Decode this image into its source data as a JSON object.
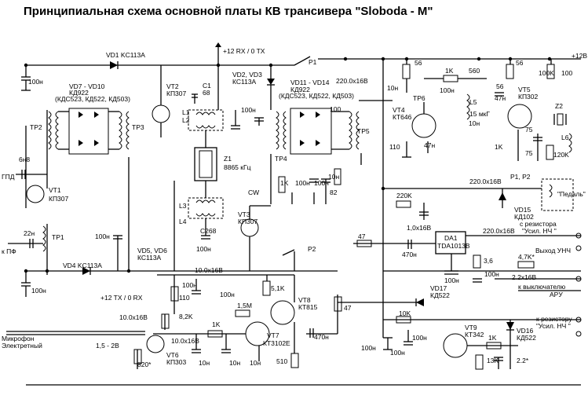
{
  "title": "Принципиальная схема основной платы КВ трансивера \"Sloboda - M\"",
  "labels": {
    "vd1": "VD1 KC113A",
    "p12rx": "+12 RX / 0 TX",
    "p1": "P1",
    "c2200a": "220.0x16B",
    "p12v": "+12B",
    "c100n": "100н",
    "vd7": "VD7 - VD10",
    "kd922a": "КД922",
    "kds523a": "(КДС523, КД522, КД503)",
    "vt2": "VT2",
    "kp307a": "КП307",
    "c1": "C1",
    "c68": "68",
    "vd2": "VD2, VD3",
    "kc113b": "КС113А",
    "vd11": "VD11 - VD14",
    "kd922b": "КД922",
    "kds523b": "(КДС523, КД522, КД503)",
    "r56a": "56",
    "r56b": "56",
    "r1k": "1K",
    "r560": "560",
    "r100k": "100K",
    "r100": "100",
    "tr2": "TP2",
    "tr3": "TP3",
    "tr4": "TP4",
    "tr5": "TP5",
    "tr6": "TP6",
    "l1": "L1",
    "l2": "L2",
    "z1": "Z1",
    "z1f": "8865 кГц",
    "vt4": "VT4",
    "kt646": "КТ646",
    "l5": "L5",
    "l5v": "15 мкГ",
    "vt5": "VT5",
    "kp302": "КП302",
    "z2": "Z2",
    "l6": "L6",
    "c6n8": "6н8",
    "gpd": "ГПД",
    "vt1": "VT1",
    "kp307b": "КП307",
    "c22n": "22н",
    "kpf": "к ПФ",
    "tr1": "TP1",
    "vd4": "VD4 KC113A",
    "vd5": "VD5, VD6",
    "kc113c": "КС113А",
    "p12tx": "+12 TX / 0 RX",
    "l3": "L3",
    "l4": "L4",
    "c268": "C268",
    "vt3": "VT3",
    "kp307c": "КП307",
    "cw": "CW",
    "r1kb": "1K",
    "r82": "82",
    "c10n": "10н",
    "c47n": "47н",
    "r110": "110",
    "r1ka": "1K",
    "r120k": "120K",
    "c75a": "75",
    "c75b": "75",
    "p1p2": "P1, P2",
    "pedal": "\"Педаль\"",
    "vd15": "VD15",
    "kd102": "КД102",
    "r220k": "220K",
    "c10x16a": "1,0x16B",
    "da1": "DA1",
    "tda": "TDA1013B",
    "c2200b": "220.0x16B",
    "c2200c": "220.0x16B",
    "to_res_nch": "с резистора",
    "usil_nch": "\"Усил. НЧ \"",
    "out_unch": "Выход УНЧ",
    "r47": "47",
    "c470n": "470н",
    "r36": "3,6",
    "r4k7": "4,7K*",
    "c2x16": "2.2x16B",
    "to_aru": "к выключателю",
    "aru": "APУ",
    "p2": "P2",
    "vd17": "VD17",
    "kd522a": "КД522",
    "c10x16b": "10.0x16B",
    "r51k": "5,1K",
    "vt8": "VT8",
    "kt815": "КТ815",
    "r15m": "1,5M",
    "r82k": "8,2K",
    "c10x16c": "10.0x16B",
    "c10x16d": "10.0x16B",
    "r10k": "10K",
    "r1kc": "1K",
    "vt9": "VT9",
    "kt342": "КТ342",
    "vd16": "VD16",
    "kd522b": "КД522",
    "to_res2": "к резистору",
    "usil_nch2": "\"Усил. НЧ \"",
    "r13k": "13K",
    "c22": "2.2*",
    "mic": "Микрофон",
    "mic2": "Электретный",
    "v15": "1,5 - 2B",
    "vt6": "VT6",
    "kp303": "КП303",
    "r820": "820*",
    "vt7": "VT7",
    "kt3102": "КТ3102E",
    "r510": "510",
    "c470b": "470н",
    "r47b": "47",
    "r1kd": "1K"
  }
}
